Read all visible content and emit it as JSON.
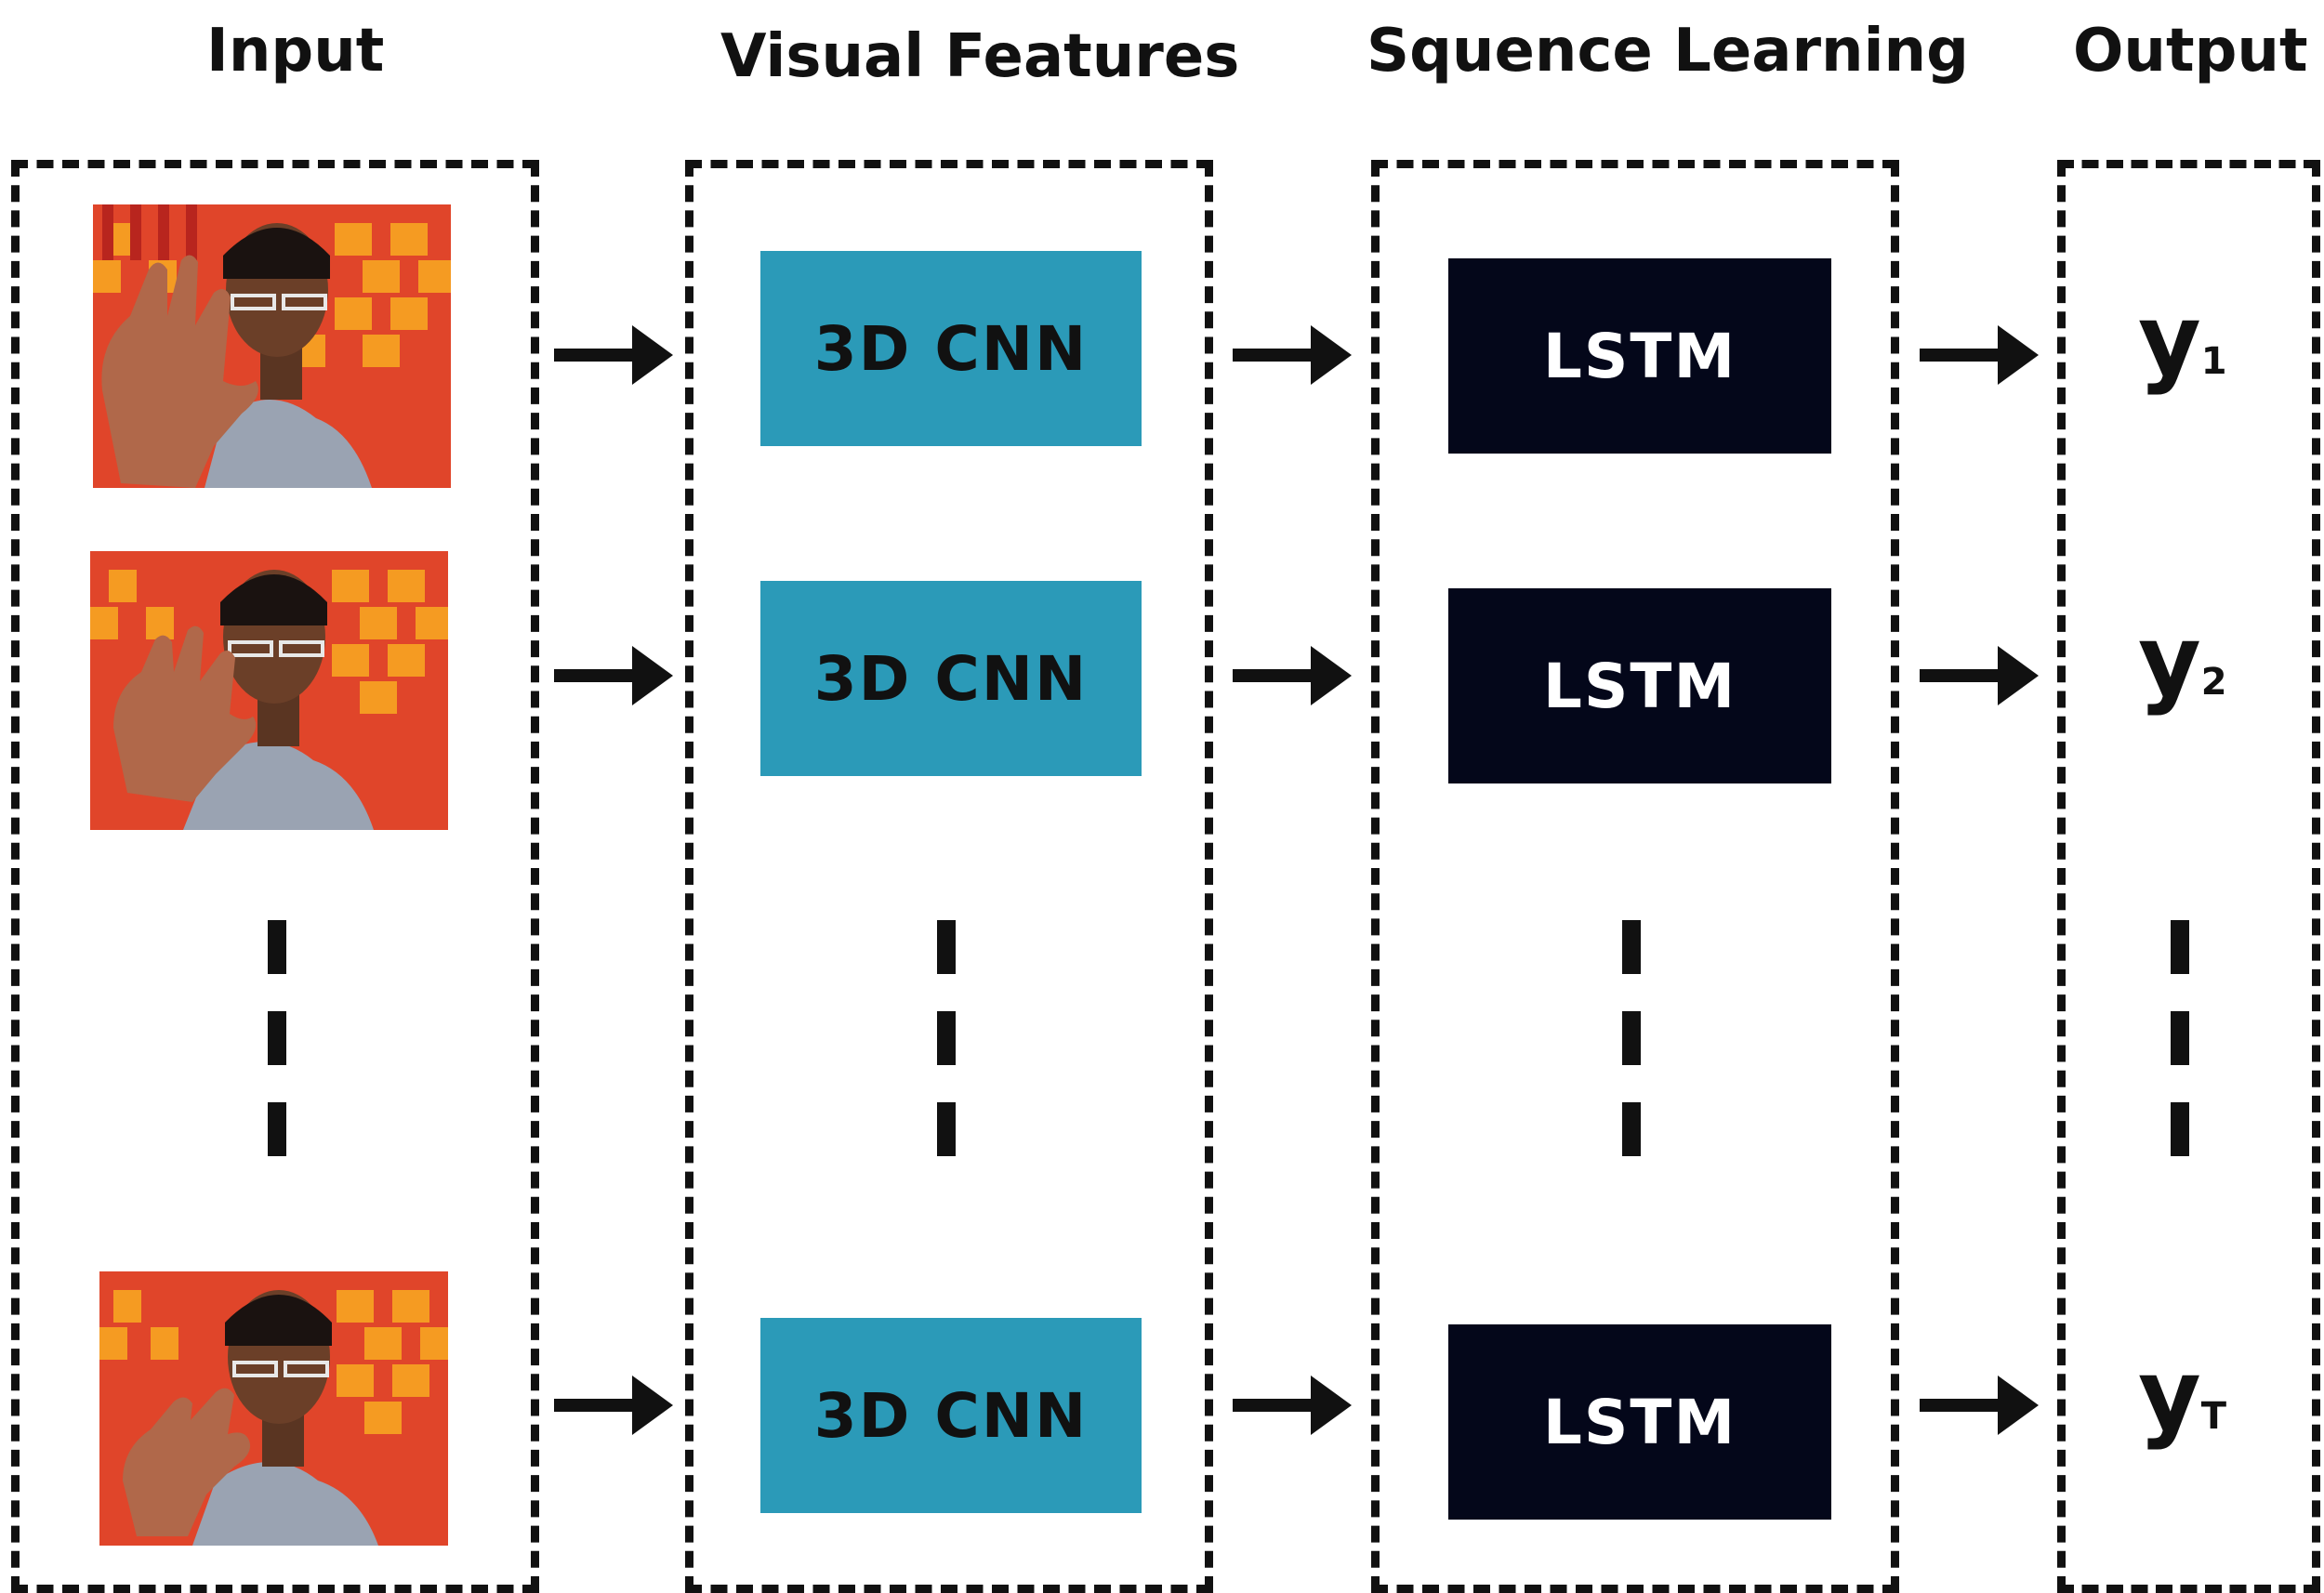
{
  "headers": {
    "input": "Input",
    "visual": "Visual Features",
    "sequence": "Squence Learning",
    "output": "Output"
  },
  "blocks": {
    "cnn": [
      "3D CNN",
      "3D CNN",
      "3D CNN"
    ],
    "lstm": [
      "LSTM",
      "LSTM",
      "LSTM"
    ]
  },
  "outputs": [
    {
      "var": "y",
      "sub": "1"
    },
    {
      "var": "y",
      "sub": "2"
    },
    {
      "var": "y",
      "sub": "T"
    }
  ],
  "colors": {
    "cnn": "#2b9ab8",
    "lstm": "#04071a",
    "border": "#111111",
    "frame_background": "#e5542a"
  }
}
